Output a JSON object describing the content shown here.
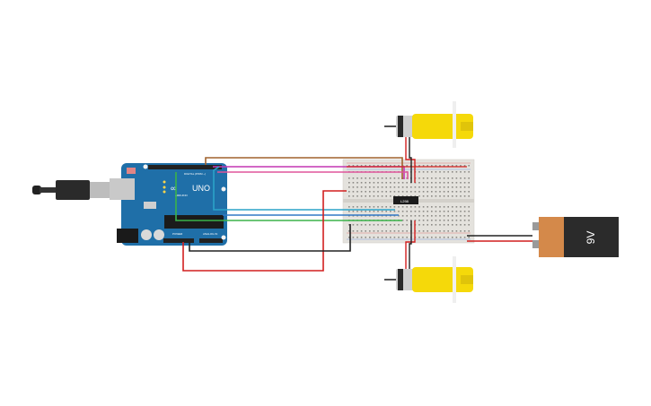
{
  "arduino": {
    "board_label": "UNO",
    "brand_label": "ARDUINO",
    "digital_label": "DIGITAL (PWM ~)",
    "power_label": "POWER",
    "analog_label": "ANALOG IN"
  },
  "driver_chip": {
    "label": "L298"
  },
  "battery": {
    "label": "9V"
  },
  "colors": {
    "board_blue": "#1f6fa8",
    "breadboard": "#e4e2dd",
    "motor_yellow": "#f5d90a",
    "battery_orange": "#d4894a",
    "battery_black": "#2b2b2b",
    "wire_red": "#d21f1f",
    "wire_black": "#222222",
    "wire_brown": "#a0622d",
    "wire_magenta": "#c437b4",
    "wire_pink": "#e0559b",
    "wire_cyan": "#2aa3c9",
    "wire_blue": "#3178c6",
    "wire_green": "#3bb34a"
  }
}
